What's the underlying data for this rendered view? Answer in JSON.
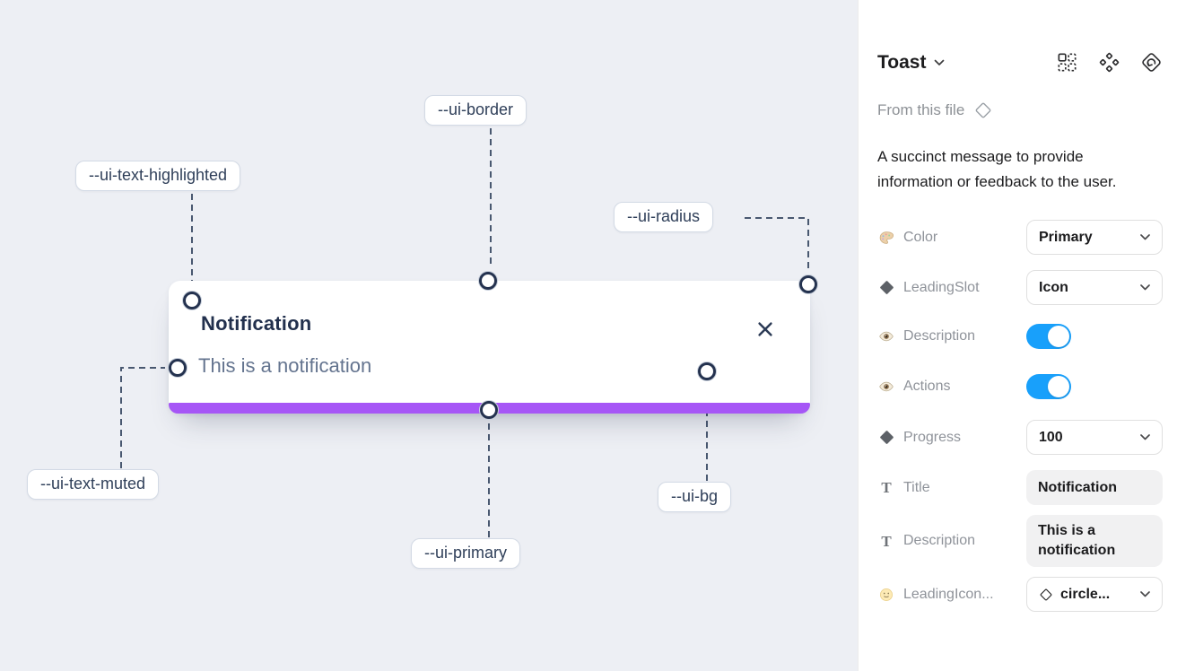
{
  "canvas": {
    "toast": {
      "title": "Notification",
      "description": "This is a notification",
      "progress_color": "#a656f6"
    },
    "labels": {
      "border": "--ui-border",
      "text_highlighted": "--ui-text-highlighted",
      "radius": "--ui-radius",
      "text_muted": "--ui-text-muted",
      "primary": "--ui-primary",
      "bg": "--ui-bg"
    }
  },
  "panel": {
    "title": "Toast",
    "source": "From this file",
    "description": "A succinct message to provide information or feedback to the user.",
    "icons": {
      "text_glyph": "T"
    },
    "colors": {
      "toggle_on": "#18a0fb",
      "accent_primary": "#a656f6"
    },
    "properties": [
      {
        "icon": "palette-icon",
        "label": "Color",
        "control": "select",
        "value": "Primary"
      },
      {
        "icon": "diamond-icon",
        "label": "LeadingSlot",
        "control": "select",
        "value": "Icon"
      },
      {
        "icon": "eye-icon",
        "label": "Description",
        "control": "toggle",
        "value": "on"
      },
      {
        "icon": "eye-icon",
        "label": "Actions",
        "control": "toggle",
        "value": "on"
      },
      {
        "icon": "diamond-icon",
        "label": "Progress",
        "control": "select",
        "value": "100"
      },
      {
        "icon": "text-icon",
        "label": "Title",
        "control": "text-field",
        "value": "Notification"
      },
      {
        "icon": "text-icon",
        "label": "Description",
        "control": "text-field",
        "value": "This is a notification"
      },
      {
        "icon": "smiley-icon",
        "label": "LeadingIcon...",
        "control": "select",
        "value": "circle..."
      }
    ]
  }
}
